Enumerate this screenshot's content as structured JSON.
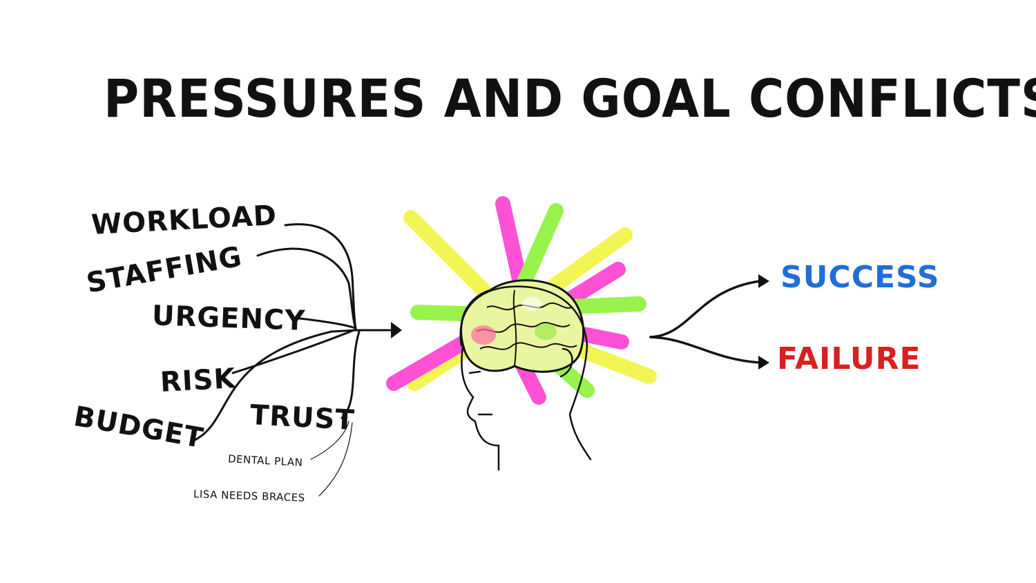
{
  "title": "PRESSURES AND GOAL CONFLICTS",
  "pressures": [
    "WORKLOAD",
    "STAFFING",
    "URGENCY",
    "RISK",
    "BUDGET",
    "TRUST"
  ],
  "personal": [
    "DENTAL PLAN",
    "LISA NEEDS BRACES"
  ],
  "outcomes": {
    "success": "SUCCESS",
    "failure": "FAILURE"
  },
  "colors": {
    "ink": "#111111",
    "success": "#1f6fd6",
    "failure": "#d92020",
    "stroke_yellow": "#f2f542",
    "stroke_pink": "#ff3fd2",
    "stroke_green": "#8df23a"
  }
}
